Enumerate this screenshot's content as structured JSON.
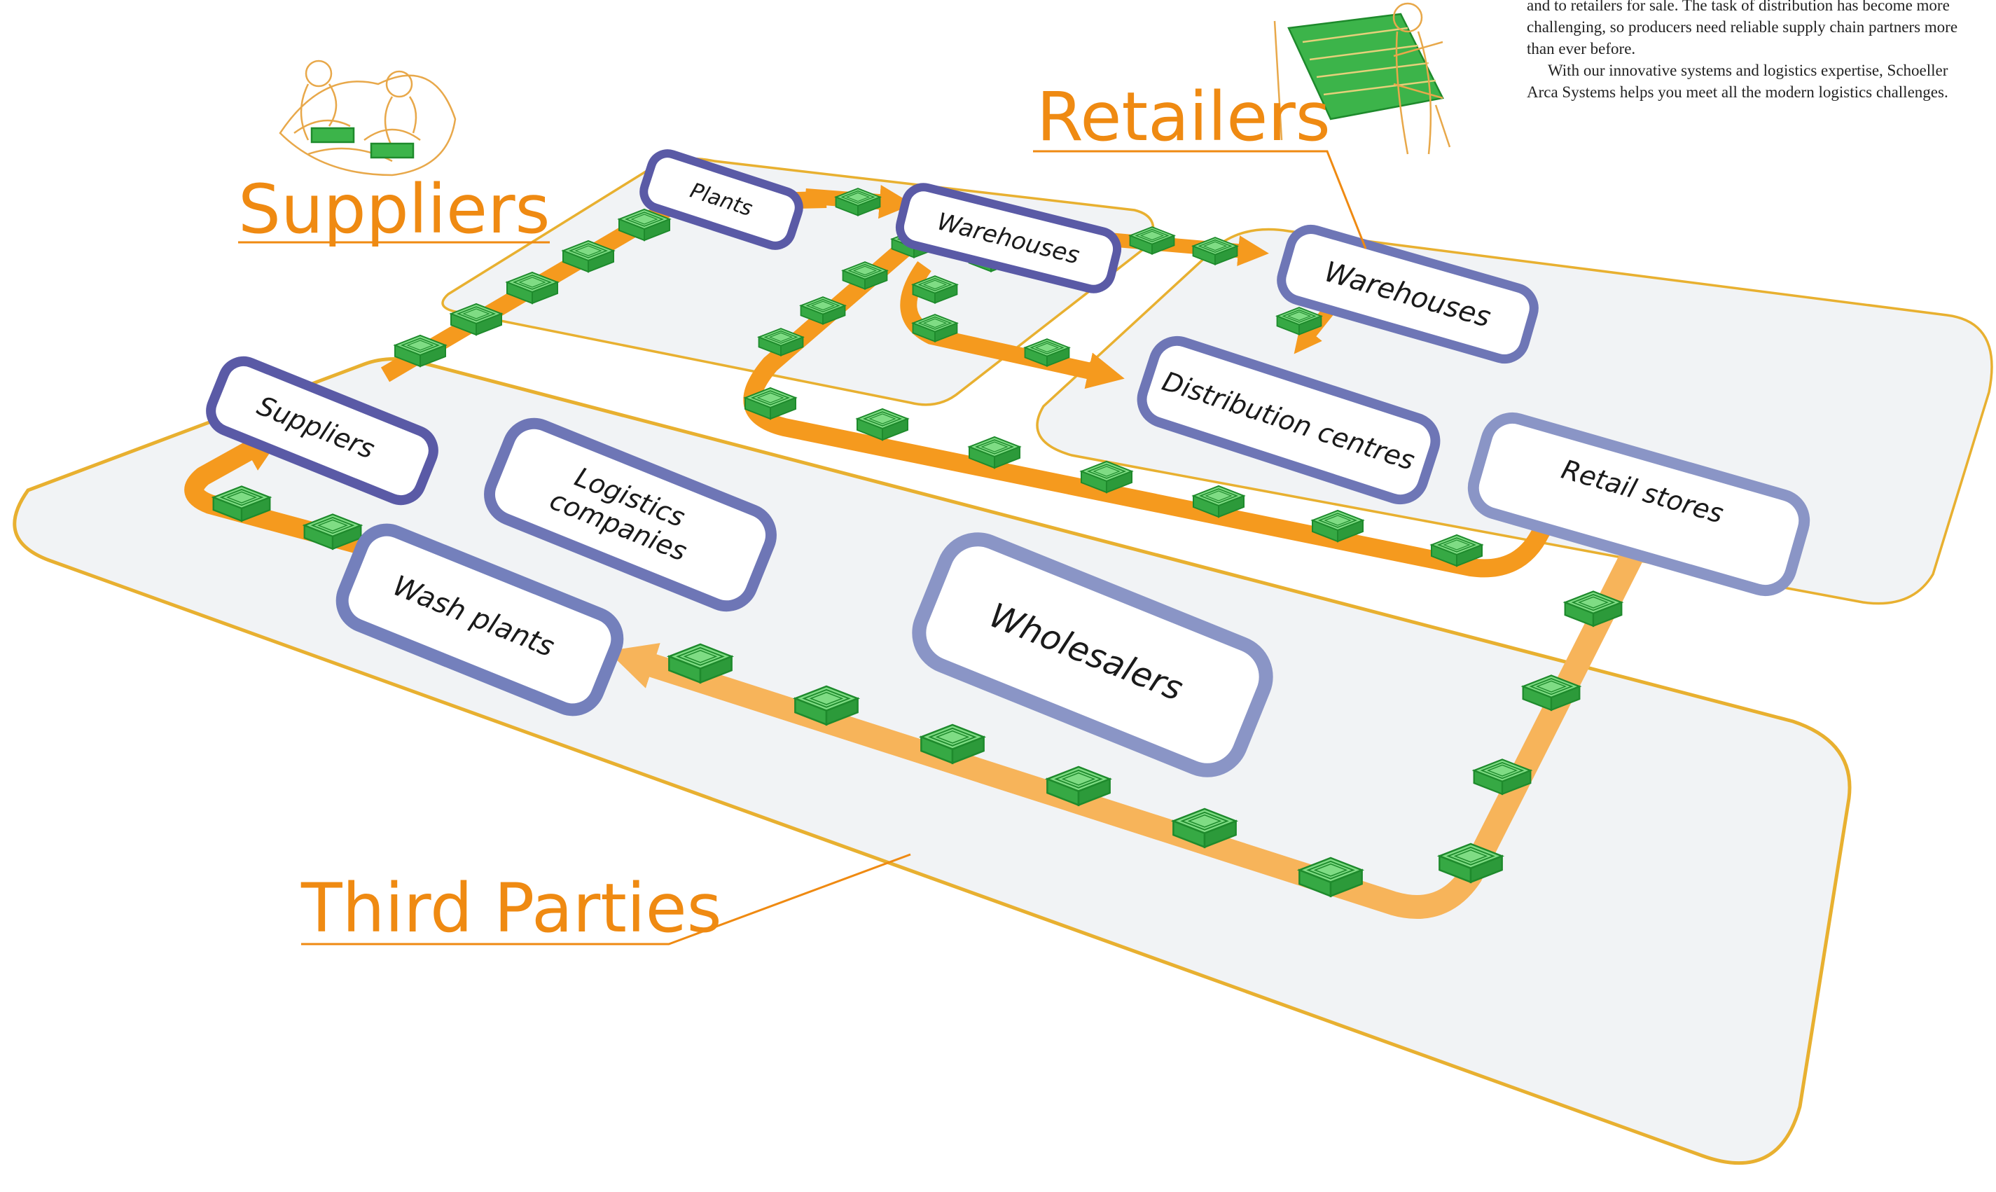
{
  "intro": {
    "lines_para1": [
      "and to retailers for sale. The task of distribution has become more",
      "challenging, so producers need reliable supply chain partners more",
      "than ever before."
    ],
    "lines_para2": [
      "With our innovative systems and logistics expertise, Schoeller",
      "Arca Systems helps you meet all the modern logistics challenges."
    ]
  },
  "zones": {
    "suppliers": "Suppliers",
    "retailers": "Retailers",
    "third_parties": "Third Parties"
  },
  "nodes": {
    "plants": "Plants",
    "warehouses_supplier": "Warehouses",
    "warehouses_retailer": "Warehouses",
    "distribution_centres": "Distribution centres",
    "retail_stores": "Retail stores",
    "suppliers": "Suppliers",
    "logistics_line1": "Logistics",
    "logistics_line2": "companies",
    "wash_plants": "Wash plants",
    "wholesalers": "Wholesalers"
  },
  "colors": {
    "accent_orange": "#ef8a12",
    "flow_orange": "#f59a1e",
    "flow_light": "#f7b45a",
    "crate_green": "#3cb44a",
    "node_border_dark": "#5a5aa6",
    "node_border_light": "#8a95c6",
    "zone_border": "#e8b030",
    "zone_fill": "#eef0f3"
  },
  "icons": [
    "farm-workers-illustration",
    "store-clerk-illustration",
    "crate-icon"
  ]
}
